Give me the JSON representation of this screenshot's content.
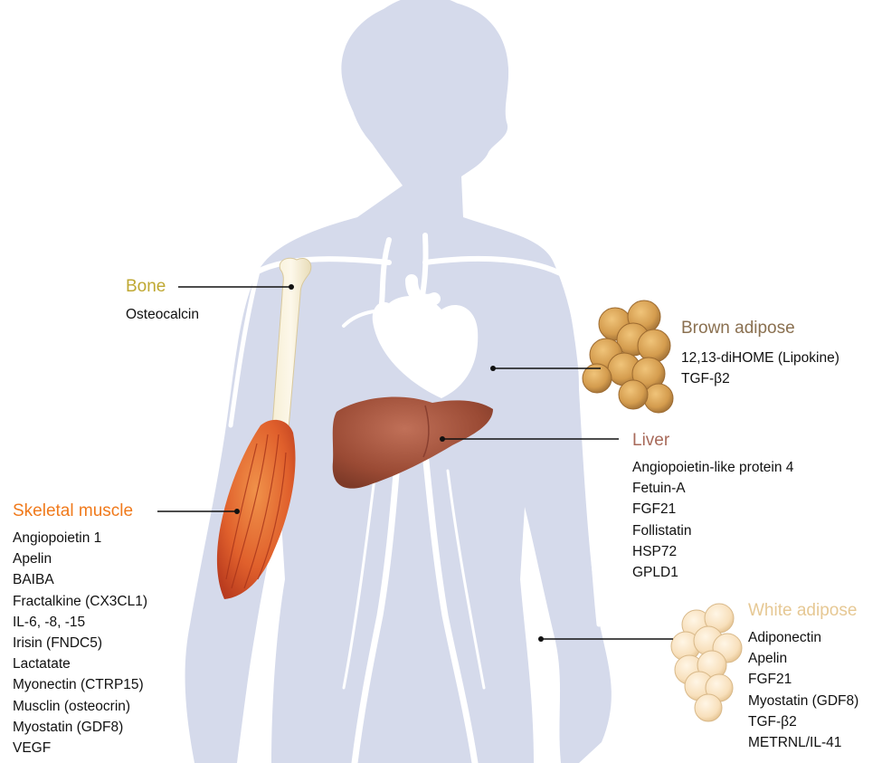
{
  "colors": {
    "silhouette": "#d5daeb",
    "bone_title": "#bfa832",
    "skeletal_muscle_title": "#f07a1c",
    "brown_adipose_title": "#8a7050",
    "liver_title": "#a86a5a",
    "white_adipose_title": "#e6c894",
    "list_text": "#111111",
    "leader_line": "#111111"
  },
  "bone": {
    "title": "Bone",
    "items": [
      "Osteocalcin"
    ]
  },
  "skeletal_muscle": {
    "title": "Skeletal muscle",
    "items": [
      "Angiopoietin 1",
      "Apelin",
      "BAIBA",
      "Fractalkine (CX3CL1)",
      "IL-6, -8, -15",
      "Irisin (FNDC5)",
      "Lactatate",
      "Myonectin (CTRP15)",
      "Musclin (osteocrin)",
      "Myostatin (GDF8)",
      "VEGF"
    ]
  },
  "brown_adipose": {
    "title": "Brown adipose",
    "items": [
      "12,13-diHOME (Lipokine)",
      "TGF-β2"
    ]
  },
  "liver": {
    "title": "Liver",
    "items": [
      "Angiopoietin-like protein 4",
      "Fetuin-A",
      "FGF21",
      "Follistatin",
      "HSP72",
      "GPLD1"
    ]
  },
  "white_adipose": {
    "title": "White adipose",
    "items": [
      "Adiponectin",
      "Apelin",
      "FGF21",
      "Myostatin (GDF8)",
      "TGF-β2",
      "METRNL/IL-41"
    ]
  }
}
